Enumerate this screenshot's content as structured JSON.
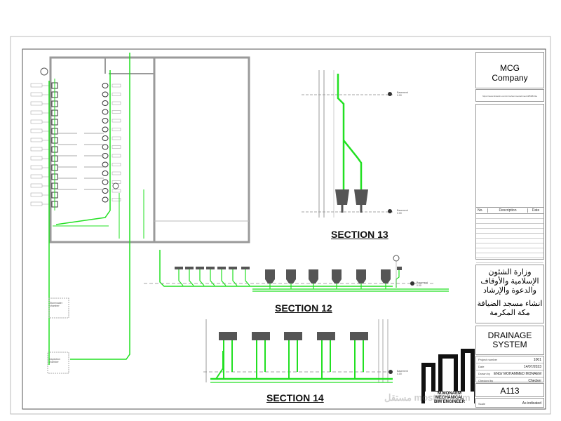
{
  "title_block": {
    "company": "MCG Company",
    "url": "https://www.linkedin.com/in/mohammed-ahmed-485084/1a",
    "revision_headers": [
      "No.",
      "Description",
      "Date"
    ],
    "client_arabic": [
      "وزارة الشئون",
      "الإسلامية والأوقاف",
      "والدعوة والإرشاد"
    ],
    "project_arabic": [
      "انشاء مسجد الضيافة",
      "مكة المكرمة"
    ],
    "sheet_title": [
      "DRAINAGE",
      "SYSTEM"
    ],
    "info": [
      {
        "label": "Project number",
        "value": "1001"
      },
      {
        "label": "Date",
        "value": "14/07/2023"
      },
      {
        "label": "Drawn by",
        "value": "ENG/ MOHAMMED MONAEM"
      },
      {
        "label": "Checked by",
        "value": "Checker"
      }
    ],
    "sheet_number": "A113",
    "scale_label": "Scale",
    "scale_value": "As indicated"
  },
  "sections": {
    "s13": "SECTION 13",
    "s12": "SECTION 12",
    "s14": "SECTION 14"
  },
  "plan": {
    "chamber_1": "Stormwater chamber",
    "chamber_2": "Inspection chamber"
  },
  "level_marker": "Basement 0.00",
  "logo": {
    "lines": [
      "M.MONAEM",
      "MECHANICAL",
      "BIM ENGINEER"
    ]
  },
  "watermark": "مستقل mostaql.com",
  "colors": {
    "pipe": "#22e022",
    "wall": "#9a9a9a",
    "fixture": "#555555"
  }
}
